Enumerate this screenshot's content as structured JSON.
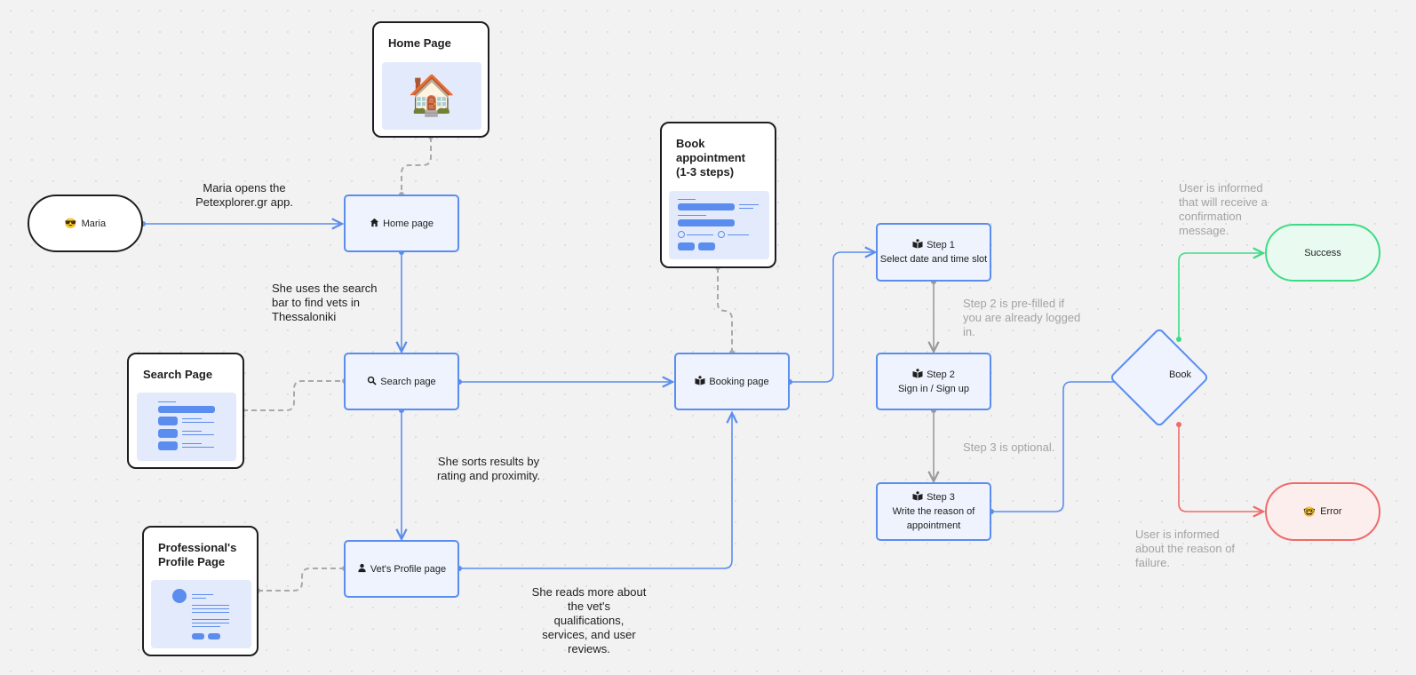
{
  "nodes": {
    "maria": {
      "icon": "😎",
      "label": "Maria"
    },
    "home": {
      "label": "Home page",
      "icon": "home-icon"
    },
    "search": {
      "label": "Search page",
      "icon": "search-icon"
    },
    "vet_profile": {
      "label": "Vet's Profile page",
      "icon": "person-icon"
    },
    "booking": {
      "label": "Booking page",
      "icon": "book-icon"
    },
    "step1": {
      "title": "Step 1",
      "desc": "Select date and time slot",
      "icon": "book-icon"
    },
    "step2": {
      "title": "Step 2",
      "desc": "Sign in / Sign up",
      "icon": "book-icon"
    },
    "step3": {
      "title": "Step 3",
      "desc": "Write the reason of appointment",
      "icon": "book-icon"
    },
    "book": {
      "label": "Book"
    },
    "success": {
      "label": "Success"
    },
    "error": {
      "icon": "🤓",
      "label": "Error"
    }
  },
  "cards": {
    "home": {
      "title": "Home Page",
      "emoji": "🏠"
    },
    "search": {
      "title": "Search Page"
    },
    "profile": {
      "title": "Professional's Profile Page"
    },
    "book": {
      "title": "Book appointment (1-3 steps)"
    }
  },
  "notes": {
    "opens": "Maria opens the Petexplorer.gr app.",
    "search_bar": "She uses the search bar to find vets in Thessaloniki",
    "sorts": "She sorts results by rating and proximity.",
    "reads": "She reads more about the vet's qualifications, services, and user reviews.",
    "step2_note": "Step 2 is pre-filled if you are already logged in.",
    "step3_note": "Step 3 is optional.",
    "success_note": "User is informed that will receive a confirmation message.",
    "error_note": "User is informed about the reason of failure."
  },
  "colors": {
    "blue": "#5b8def",
    "green": "#3ddc84",
    "red": "#f06a6a",
    "grey_connector": "#a9a9a9",
    "node_fill": "#eef3fd",
    "thumb_fill": "#e3eafb"
  }
}
